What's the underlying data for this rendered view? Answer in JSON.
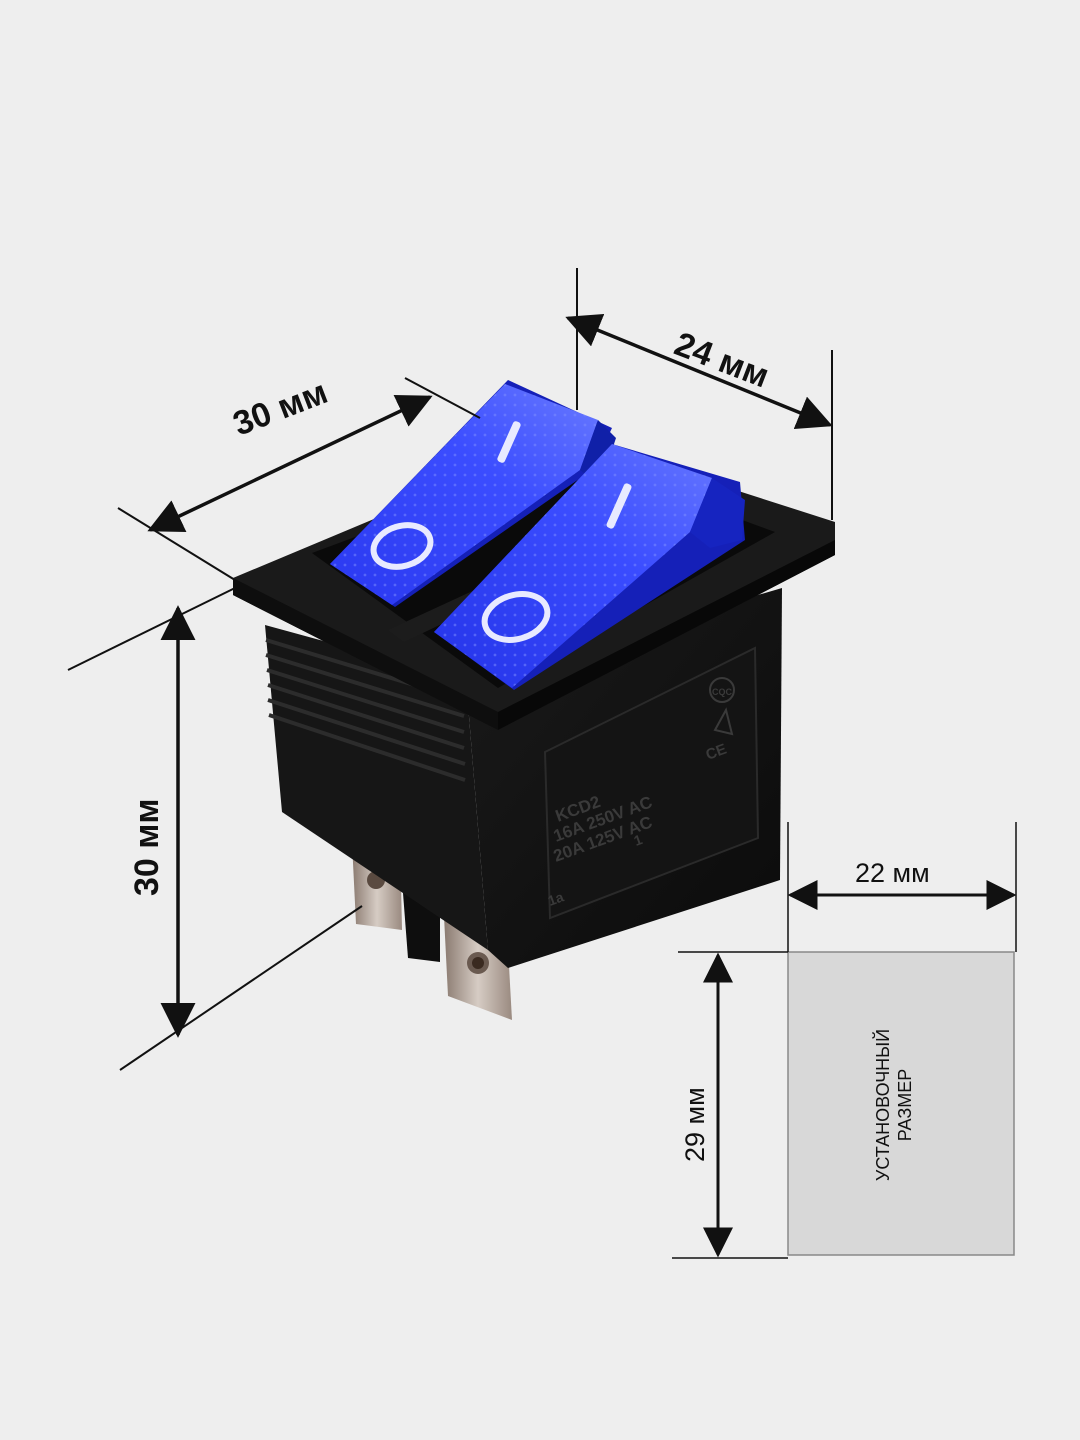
{
  "dimensions": {
    "switch_length": "30 мм",
    "switch_width": "24 мм",
    "switch_height": "30 мм",
    "cutout_width": "22 мм",
    "cutout_height": "29 мм"
  },
  "cutout": {
    "label_line1": "УСТАНОВОЧНЫЙ",
    "label_line2": "РАЗМЕР",
    "fill_color": "#d8d8d8"
  },
  "product": {
    "rocker_color": "#1e2fe0",
    "housing_color": "#111111",
    "rocker_symbols": [
      "I",
      "O"
    ],
    "marking_lines": [
      "KCD2",
      "16A 250V AC",
      "20A 125V AC"
    ],
    "marking_terminal_labels": [
      "1",
      "1a"
    ],
    "certifications": [
      "CQC",
      "CE"
    ]
  }
}
